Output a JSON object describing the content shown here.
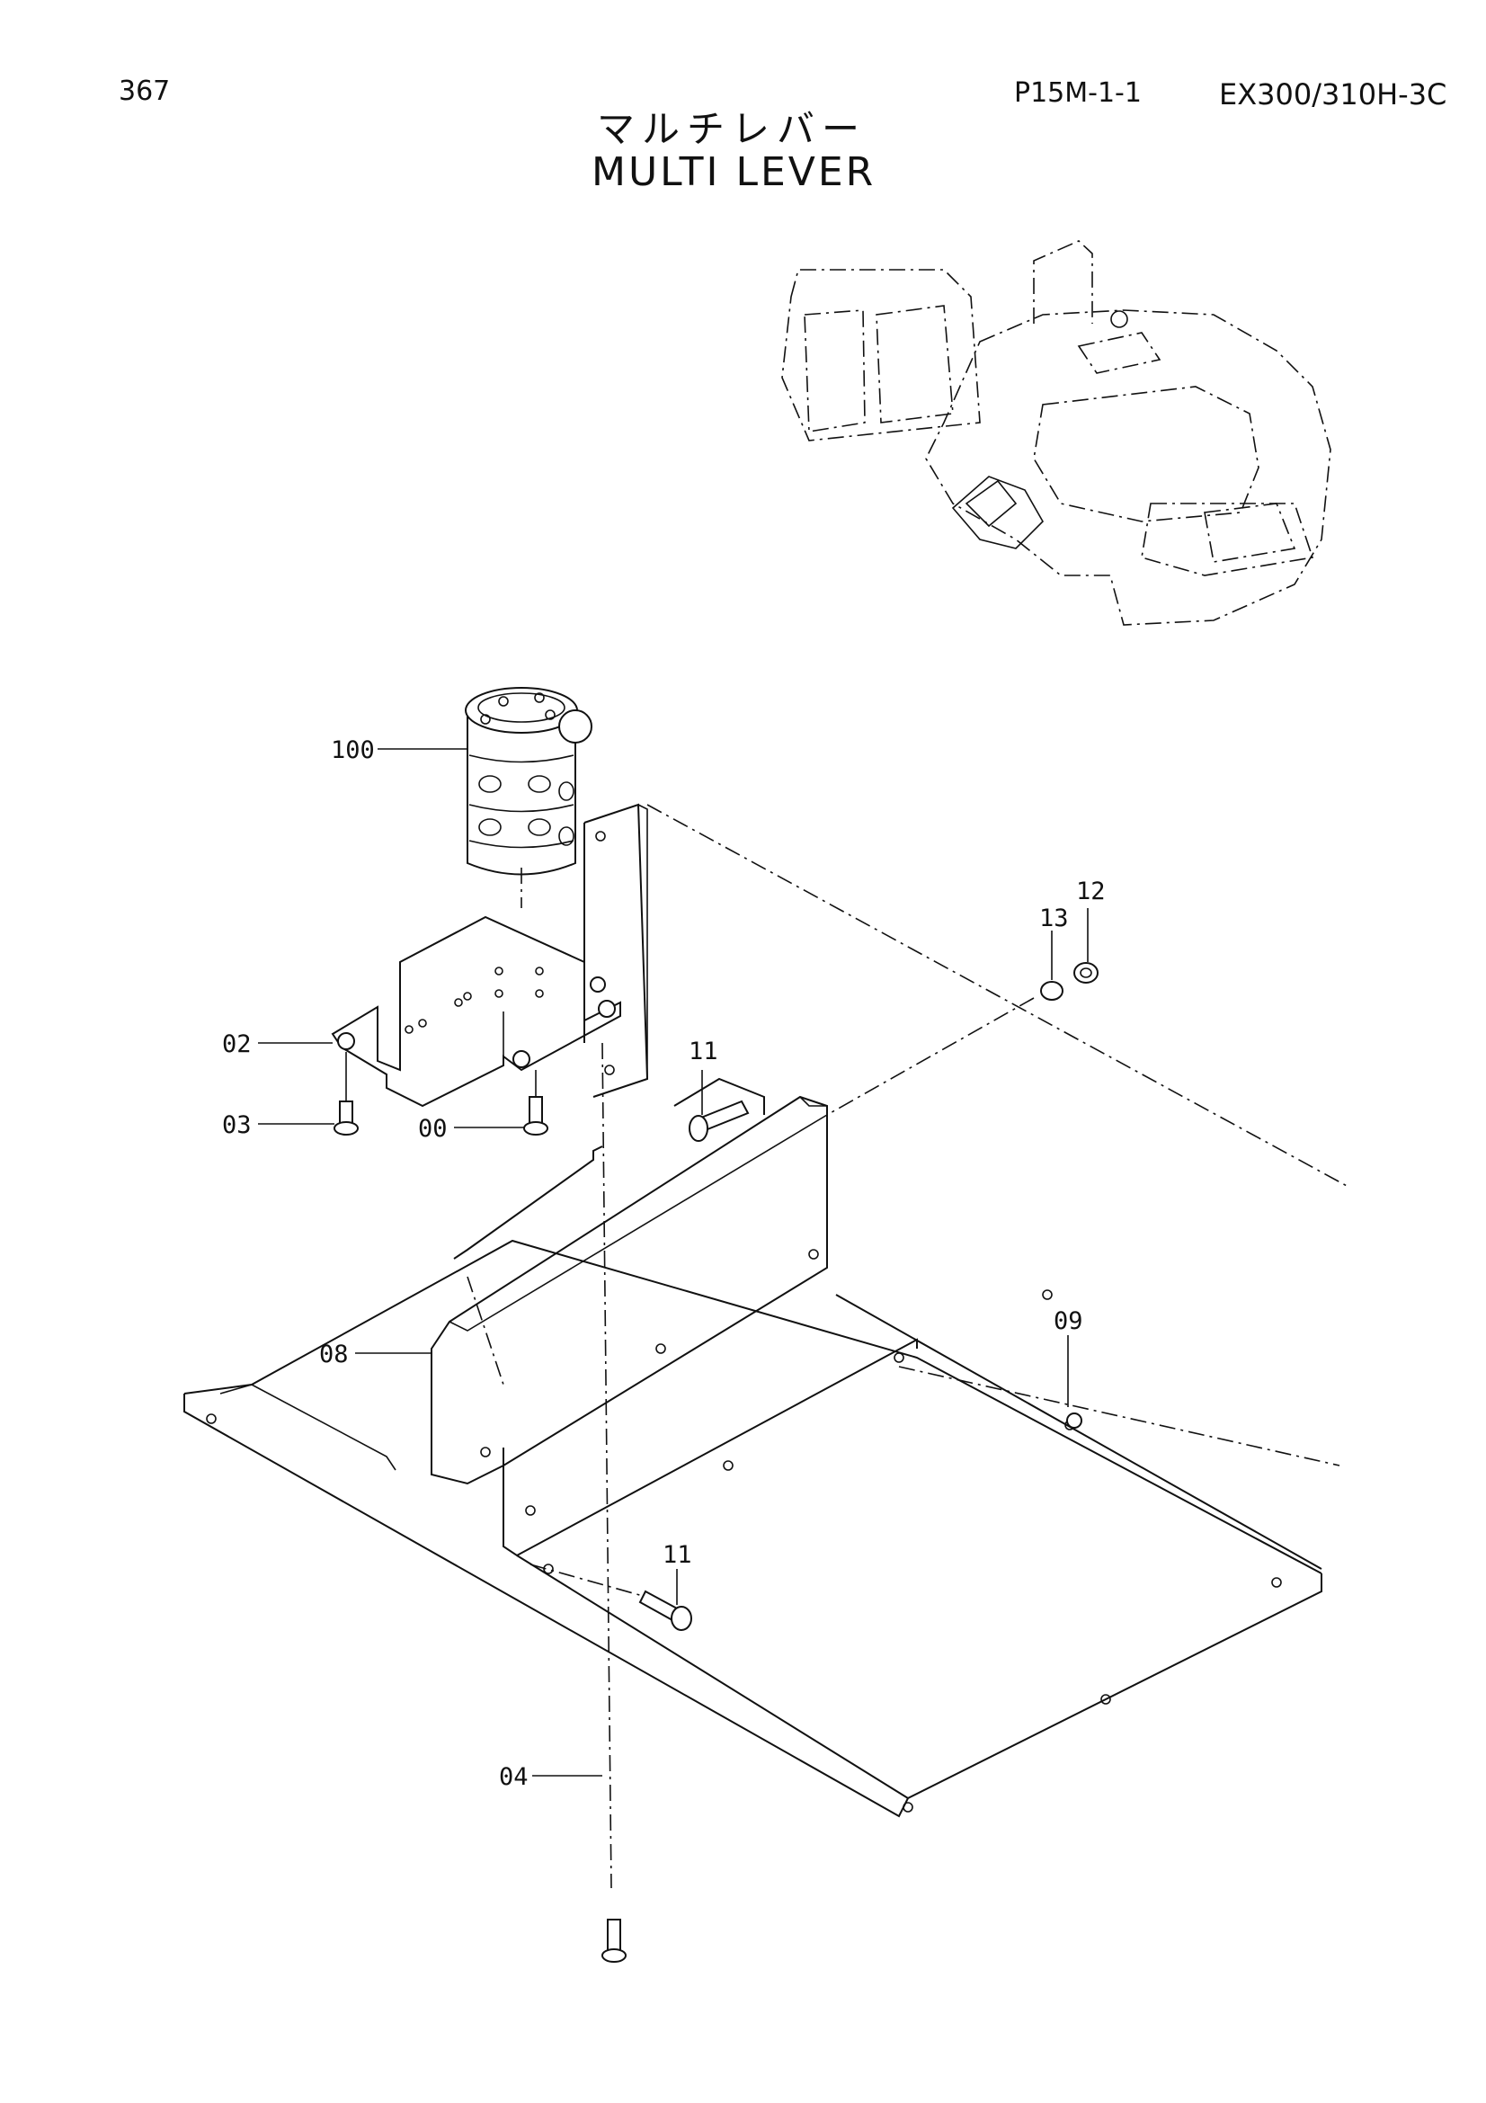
{
  "header": {
    "page_number": "367",
    "page_code": "P15M-1-1",
    "model": "EX300/310H-3C",
    "title_jp": "マルチレバー",
    "title_en": "MULTI LEVER"
  },
  "callouts": {
    "c100": "100",
    "c02": "02",
    "c03": "03",
    "c00": "00",
    "c11a": "11",
    "c13": "13",
    "c12": "12",
    "c08": "08",
    "c09": "09",
    "c11b": "11",
    "c04": "04"
  }
}
